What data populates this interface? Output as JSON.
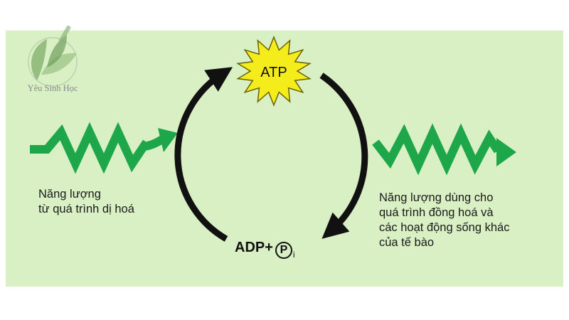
{
  "diagram": {
    "atp_label": "ATP",
    "adp_label": "ADP",
    "plus_sign": "+",
    "phosphate_symbol": "P",
    "phosphate_subscript": "i",
    "energy_in_label": [
      "Năng lượng",
      "từ quá trình dị hoá"
    ],
    "energy_out_label": [
      "Năng lượng dùng cho",
      "quá trình đồng hoá và",
      "các hoạt động sống khác",
      "của tế bào"
    ],
    "colors": {
      "background": "#d9efc4",
      "zigzag_arrow": "#1ea64a",
      "cycle_arrow": "#111111",
      "atp_star": "#f5ec1c"
    }
  },
  "watermark": {
    "text": "Yêu Sinh Học"
  }
}
